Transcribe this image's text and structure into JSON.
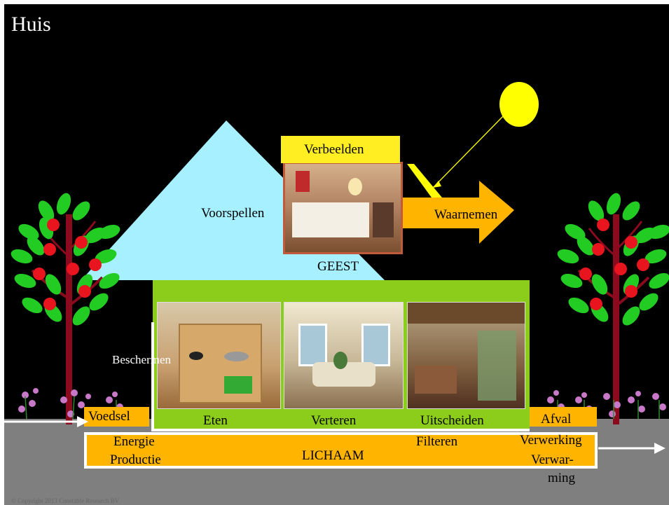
{
  "title": "Huis",
  "labels": {
    "verbeelden": "Verbeelden",
    "voorspellen": "Voorspellen",
    "waarnemen": "Waarnemen",
    "geest": "GEEST",
    "beschermen": "Beschermen",
    "voedsel": "Voedsel",
    "eten": "Eten",
    "verteren": "Verteren",
    "uitscheiden": "Uitscheiden",
    "afval": "Afval",
    "energie": "Energie",
    "productie": "Productie",
    "lichaam": "LICHAAM",
    "filteren": "Filteren",
    "verwerking": "Verwerking",
    "verwarming_1": "Verwar-",
    "verwarming_2": "ming"
  },
  "copyright": "© Copyright 2013 Constable Research BV",
  "colors": {
    "background": "#000000",
    "roof": "#a6f0ff",
    "body": "#8ccc1a",
    "accent": "#ffb400",
    "verbeelden_box": "#ffee22",
    "sun": "#ffff00",
    "ground": "#7f7f7f"
  }
}
